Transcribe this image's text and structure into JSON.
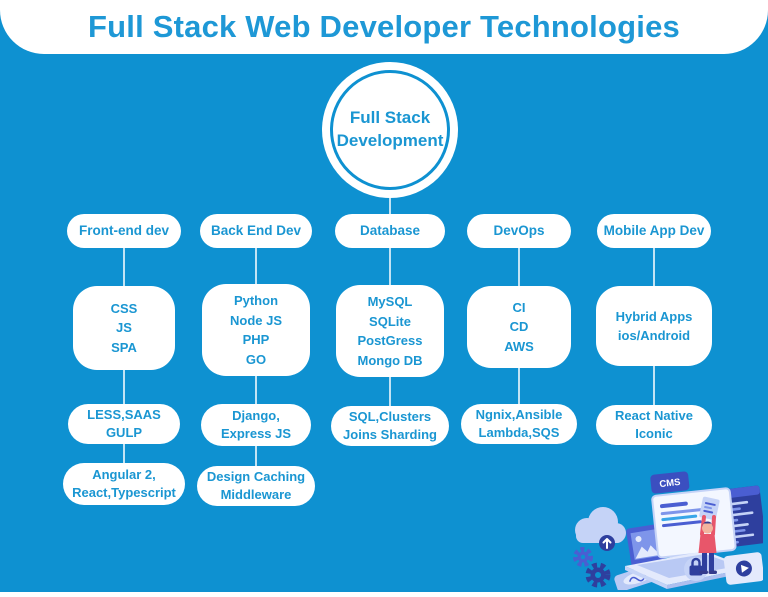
{
  "title": "Full Stack Web Developer Technologies",
  "root_node": "Full Stack\nDevelopment",
  "colors": {
    "background": "#0e91d1",
    "accent_text": "#1a96d2",
    "node_background": "#ffffff",
    "connector_line": "#ffffff",
    "illustration_navy": "#2e3f9e",
    "illustration_blue": "#4a5ed2",
    "illustration_light": "#c5d3f7",
    "illustration_red": "#e8566a"
  },
  "columns": [
    {
      "header": "Front-end dev",
      "level2": "CSS\nJS\nSPA",
      "level3": "LESS,SAAS\nGULP",
      "level4": "Angular 2,\nReact,Typescript"
    },
    {
      "header": "Back End Dev",
      "level2": "Python\nNode JS\nPHP\nGO",
      "level3": "Django,\nExpress JS",
      "level4": "Design Caching\nMiddleware"
    },
    {
      "header": "Database",
      "level2": "MySQL\nSQLite\nPostGress\nMongo DB",
      "level3": "SQL,Clusters\nJoins Sharding"
    },
    {
      "header": "DevOps",
      "level2": "CI\nCD\nAWS",
      "level3": "Ngnix,Ansible\nLambda,SQS"
    },
    {
      "header": "Mobile App Dev",
      "level2": "Hybrid Apps\nios/Android",
      "level3": "React Native\nIconic"
    }
  ],
  "illustration": {
    "cms_label": "CMS"
  }
}
